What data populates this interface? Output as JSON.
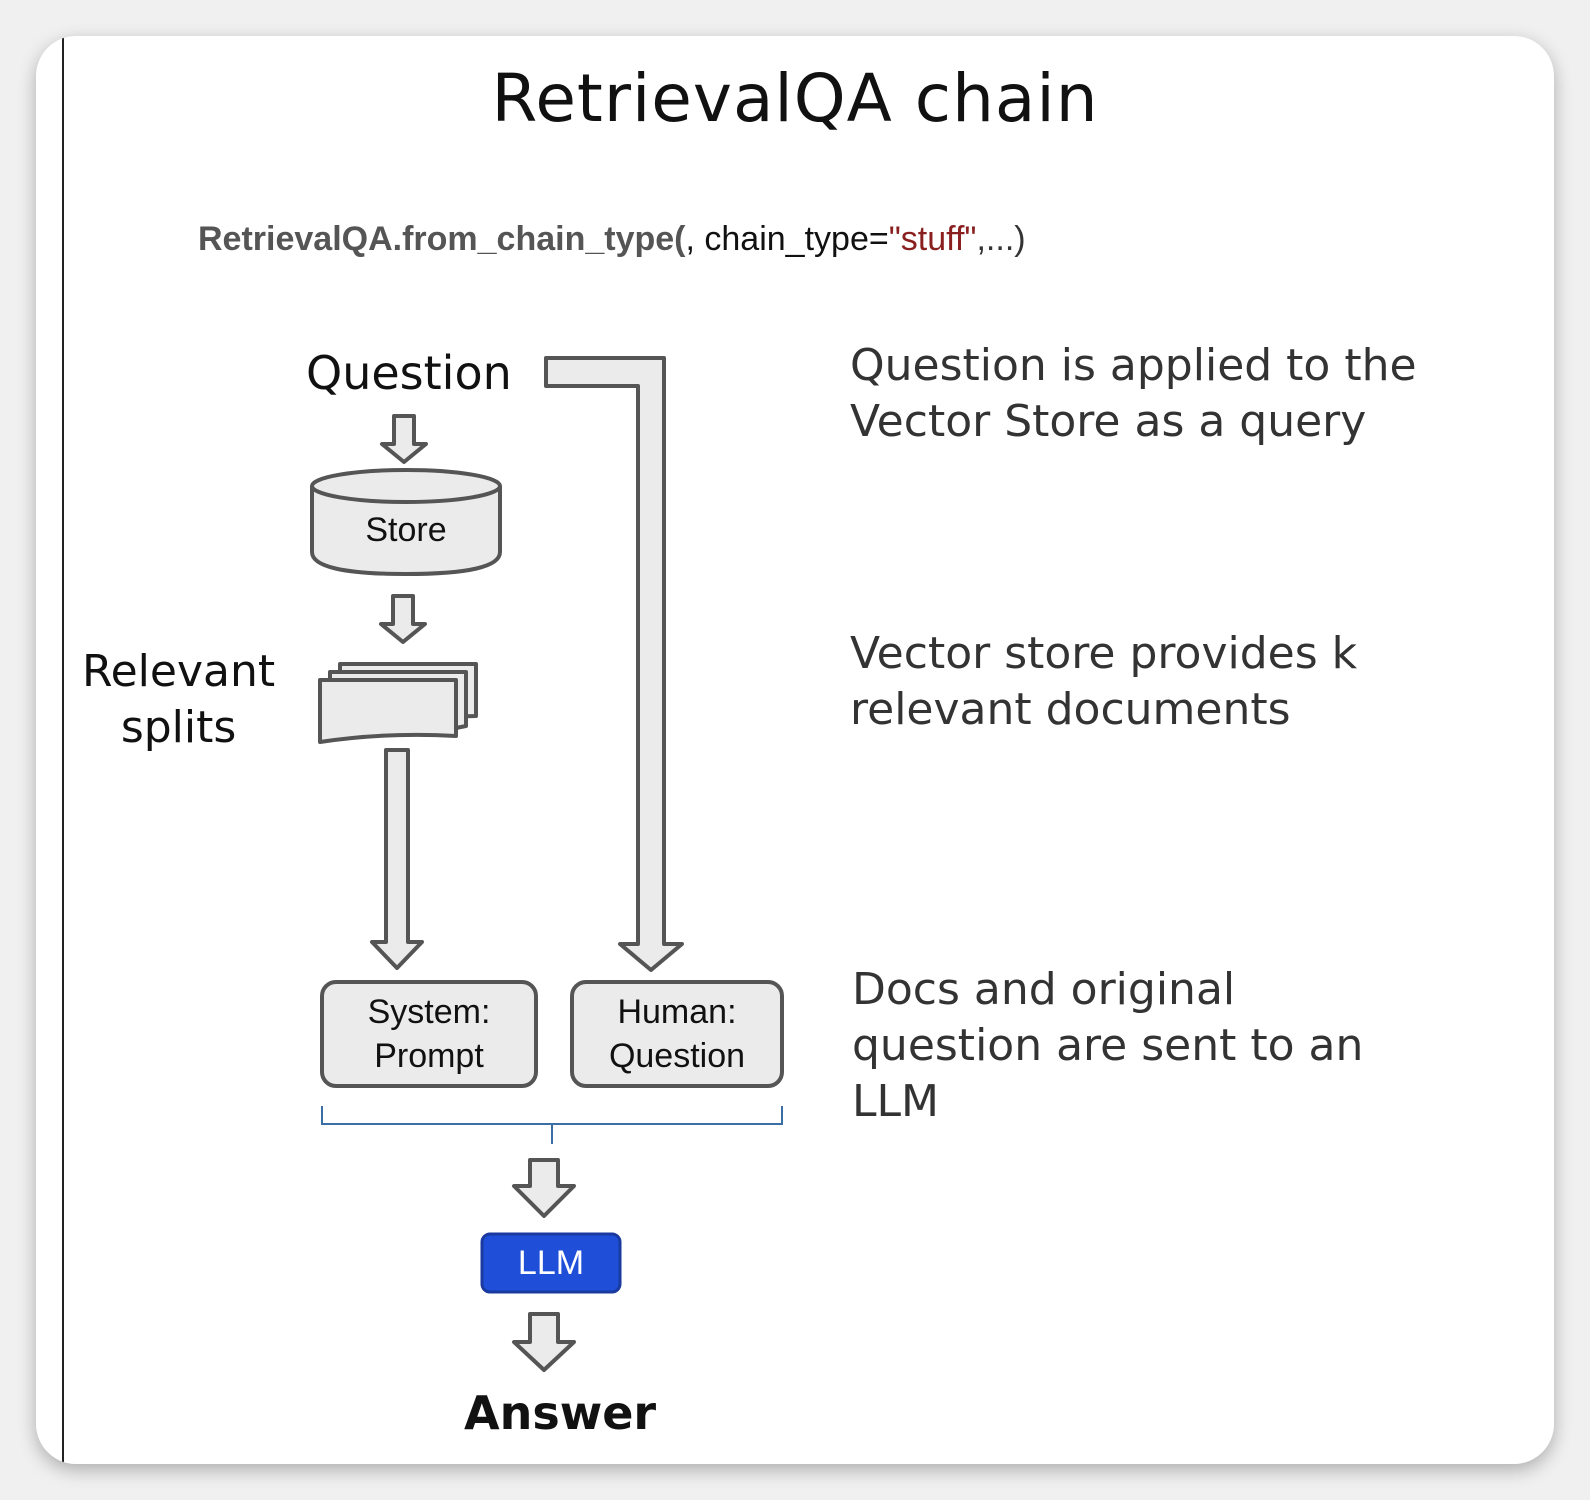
{
  "title": "RetrievalQA chain",
  "code": {
    "function": "RetrievalQA.from_chain_type(",
    "argument": ", chain_type=",
    "value": "\"stuff\"",
    "rest": ",...)"
  },
  "diagram": {
    "question_label": "Question",
    "store_label": "Store",
    "relevant_splits_line1": "Relevant",
    "relevant_splits_line2": "splits",
    "system_line1": "System:",
    "system_line2": "Prompt",
    "human_line1": "Human:",
    "human_line2": "Question",
    "llm_label": "LLM",
    "answer_label": "Answer"
  },
  "descriptions": {
    "step1_line1": "Question is applied to the",
    "step1_line2": "Vector Store as a query",
    "step2_line1": "Vector store provides k",
    "step2_line2": "relevant documents",
    "step3_line1": "Docs and original",
    "step3_line2": "question are sent to an",
    "step3_line3": "LLM"
  },
  "colors": {
    "llm_fill": "#1f4fd8",
    "shape_fill": "#ebebeb",
    "shape_stroke": "#555555",
    "bracket": "#3a6ea5"
  }
}
